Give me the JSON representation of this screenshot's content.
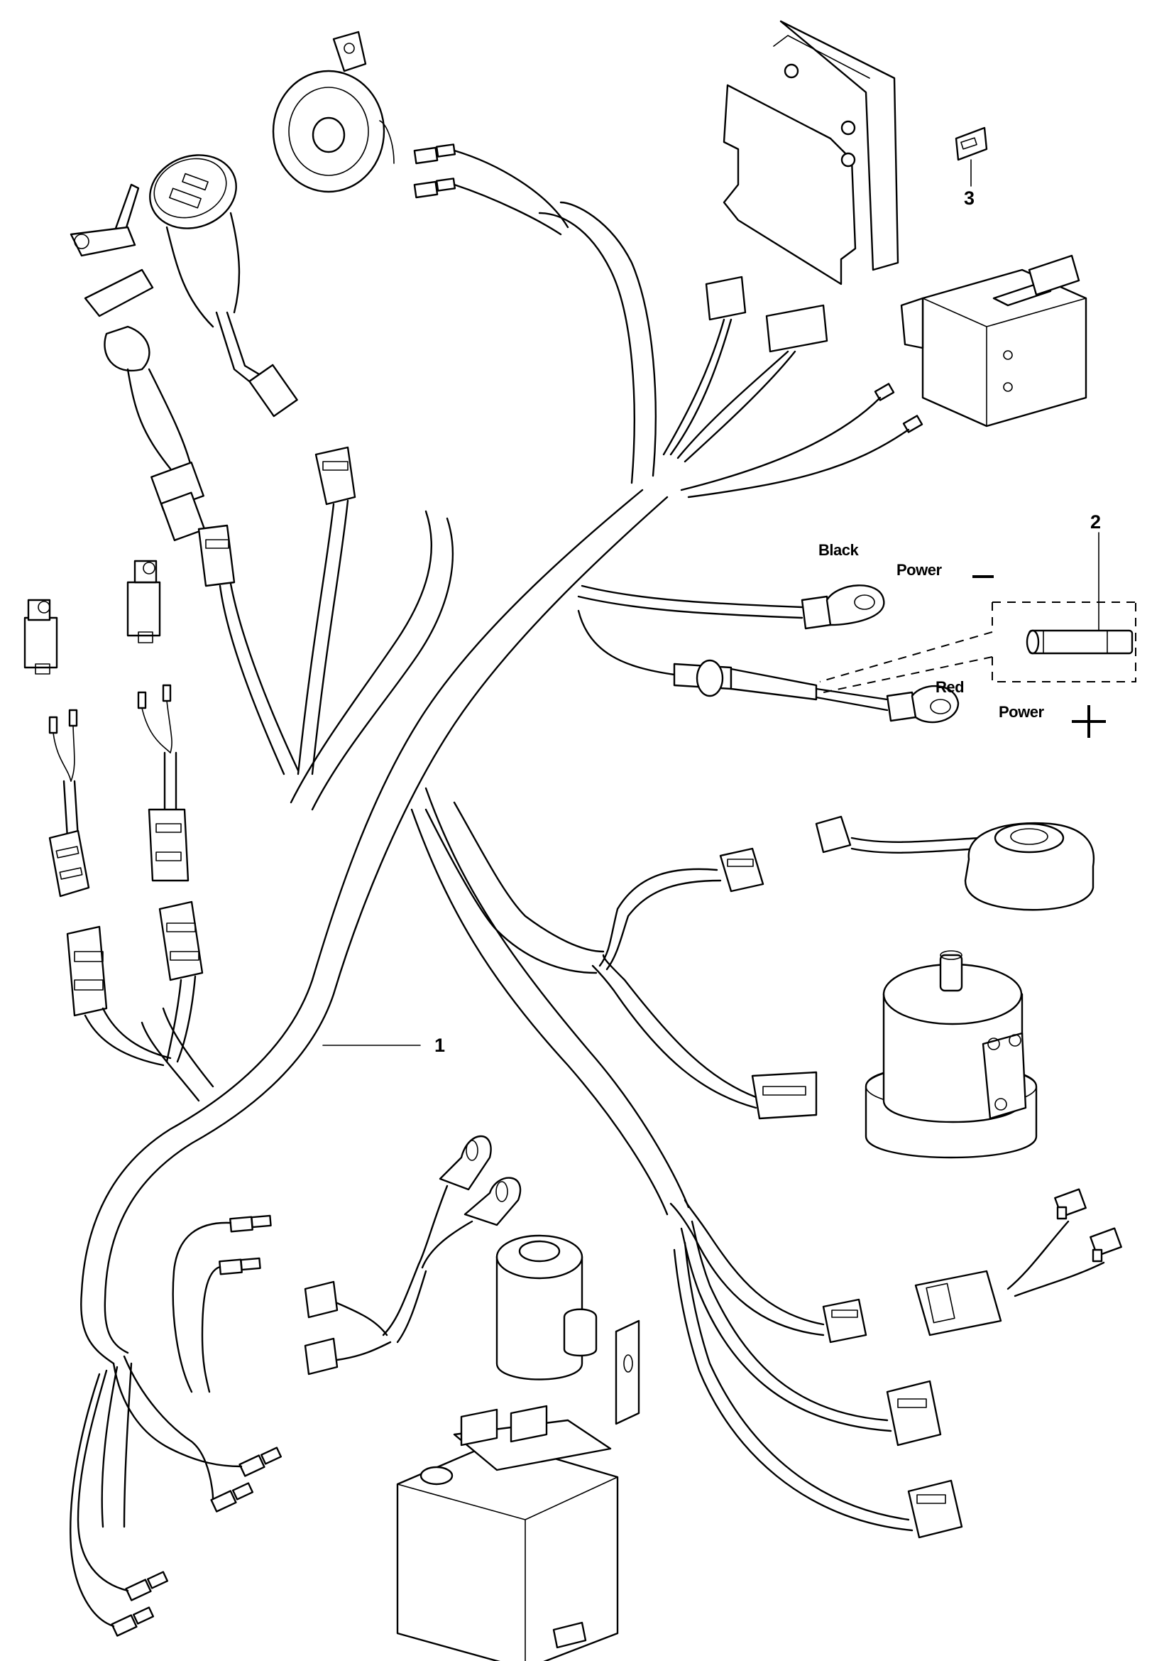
{
  "diagram": {
    "type": "exploded wiring harness parts diagram",
    "line_color": "#000000",
    "background_color": "#ffffff",
    "callouts": [
      {
        "number": "1",
        "part": "main wiring harness"
      },
      {
        "number": "2",
        "part": "fuse (inline, detail box)"
      },
      {
        "number": "3",
        "part": "small clip / fuse holder insert"
      }
    ],
    "wire_labels": {
      "black": "Black",
      "red": "Red",
      "power_negative": "Power",
      "power_positive": "Power",
      "negative_symbol": "minus-sign",
      "positive_symbol": "plus-sign"
    },
    "components": [
      "horn",
      "battery-discharge-indicator",
      "key-switch",
      "motor-controller",
      "main-contactor",
      "micro-switch-left-1",
      "micro-switch-left-2",
      "connector-plugs-left",
      "electromagnetic-brake",
      "drive-motor",
      "hydraulic-power-unit",
      "micro-switches-right",
      "battery-ring-terminals",
      "spade-terminals"
    ]
  }
}
